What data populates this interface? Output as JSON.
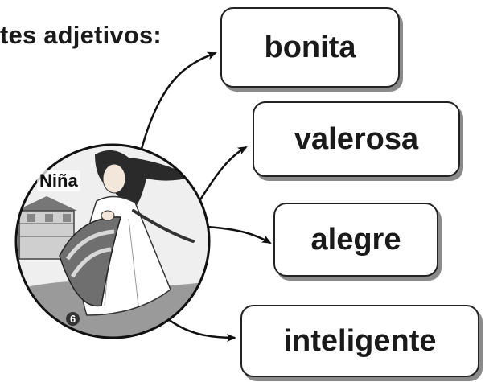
{
  "heading": "tes adjetivos:",
  "center": {
    "label": "Niña",
    "badge": "6"
  },
  "adjectives": [
    "bonita",
    "valerosa",
    "alegre",
    "inteligente"
  ]
}
